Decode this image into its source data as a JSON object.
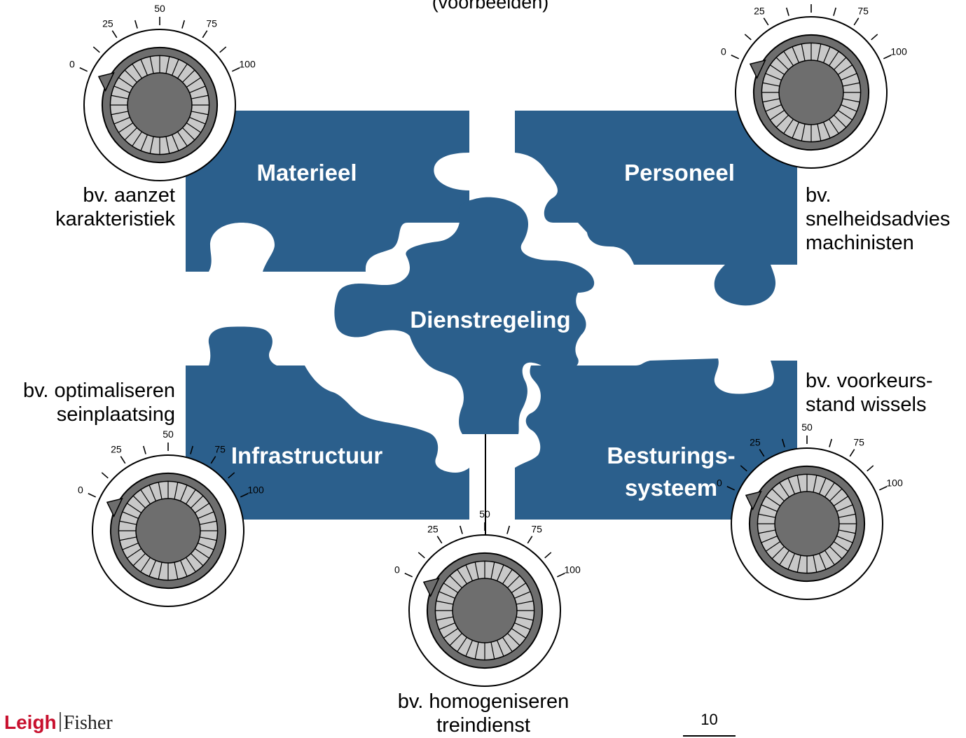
{
  "header": {
    "subtitle": "(voorbeelden)"
  },
  "colors": {
    "puzzle": "#2b5f8c",
    "puzzle_label": "#ffffff",
    "dial_face": "#ffffff",
    "dial_ring": "#6e6e6e",
    "dial_segments": "#c8c8c8",
    "dial_center": "#6e6e6e"
  },
  "scale_labels": [
    "0",
    "25",
    "50",
    "75",
    "100"
  ],
  "pieces": {
    "materieel": "Materieel",
    "personeel": "Personeel",
    "dienstregeling": "Dienstregeling",
    "infrastructuur": "Infrastructuur",
    "besturing_line1": "Besturings-",
    "besturing_line2": "systeem"
  },
  "dials": [
    {
      "id": "materieel",
      "value": 0
    },
    {
      "id": "personeel",
      "value": 0
    },
    {
      "id": "infrastructuur",
      "value": 0
    },
    {
      "id": "dienstregeling",
      "value": 0
    },
    {
      "id": "besturingssysteem",
      "value": 0
    }
  ],
  "captions": {
    "materieel": "bv. aanzet\nkarakteristiek",
    "personeel": "bv.\nsnelheidsadvies\nmachinisten",
    "infrastructuur": "bv. optimaliseren\nseinplaatsing",
    "besturingssysteem": "bv. voorkeurs-\nstand wissels",
    "dienstregeling": "bv. homogeniseren\ntreindienst"
  },
  "footer": {
    "page_number": "10",
    "logo_part1": "Leigh",
    "logo_part2": "Fisher"
  }
}
